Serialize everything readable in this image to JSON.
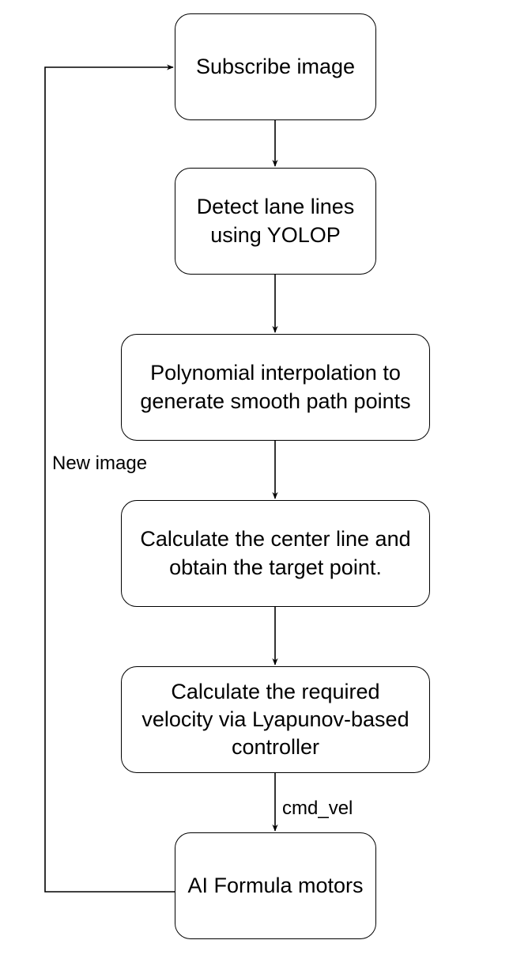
{
  "nodes": {
    "subscribe": {
      "label": "Subscribe image"
    },
    "detect": {
      "label": "Detect lane lines using YOLOP"
    },
    "poly": {
      "label": "Polynomial interpolation to generate smooth path points"
    },
    "center": {
      "label": "Calculate the center line and obtain the target point."
    },
    "velocity": {
      "label": "Calculate the required velocity via Lyapunov-based controller"
    },
    "motors": {
      "label": "AI Formula motors"
    }
  },
  "edges": {
    "feedback_label": "New image",
    "cmd_label": "cmd_vel"
  },
  "colors": {
    "stroke": "#000000",
    "background": "#ffffff"
  }
}
